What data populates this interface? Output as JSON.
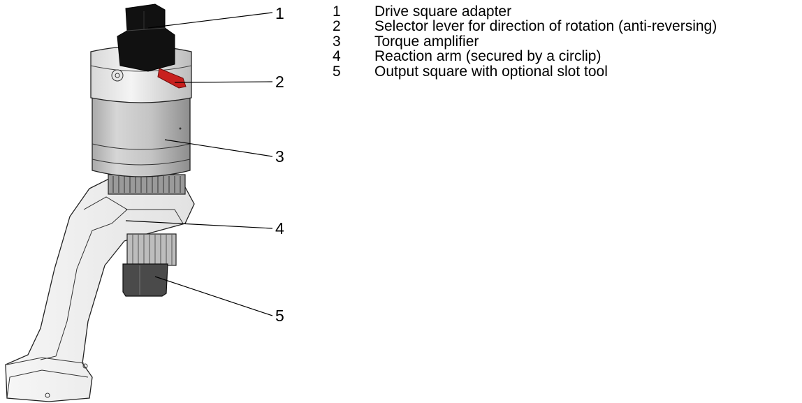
{
  "callouts": [
    "1",
    "2",
    "3",
    "4",
    "5"
  ],
  "legend": [
    {
      "number": "1",
      "text": "Drive square adapter"
    },
    {
      "number": "2",
      "text": "Selector lever for direction of rotation (anti-reversing)"
    },
    {
      "number": "3",
      "text": "Torque amplifier"
    },
    {
      "number": "4",
      "text": "Reaction arm (secured by a circlip)"
    },
    {
      "number": "5",
      "text": "Output square with optional slot tool"
    }
  ],
  "colors": {
    "lever_red": "#c8201e",
    "adapter_black": "#111111",
    "body_gray": "#c9c9c9"
  }
}
